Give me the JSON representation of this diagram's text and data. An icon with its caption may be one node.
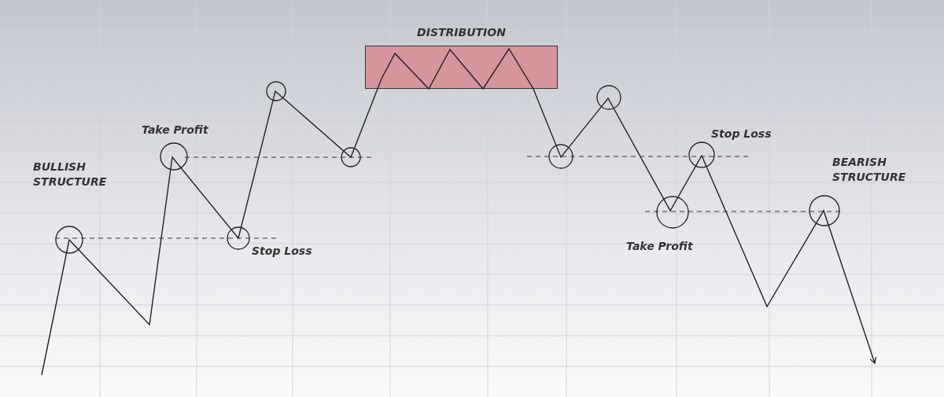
{
  "diagram": {
    "nodes": [
      {
        "text": [
          "DISTRIBUTION"
        ]
      }
    ],
    "labels": [
      "BULLISH STRUCTURE",
      "Take Profit",
      "Stop Loss",
      "Stop Loss",
      "Take Profit",
      "BEARISH STRUCTURE"
    ]
  }
}
